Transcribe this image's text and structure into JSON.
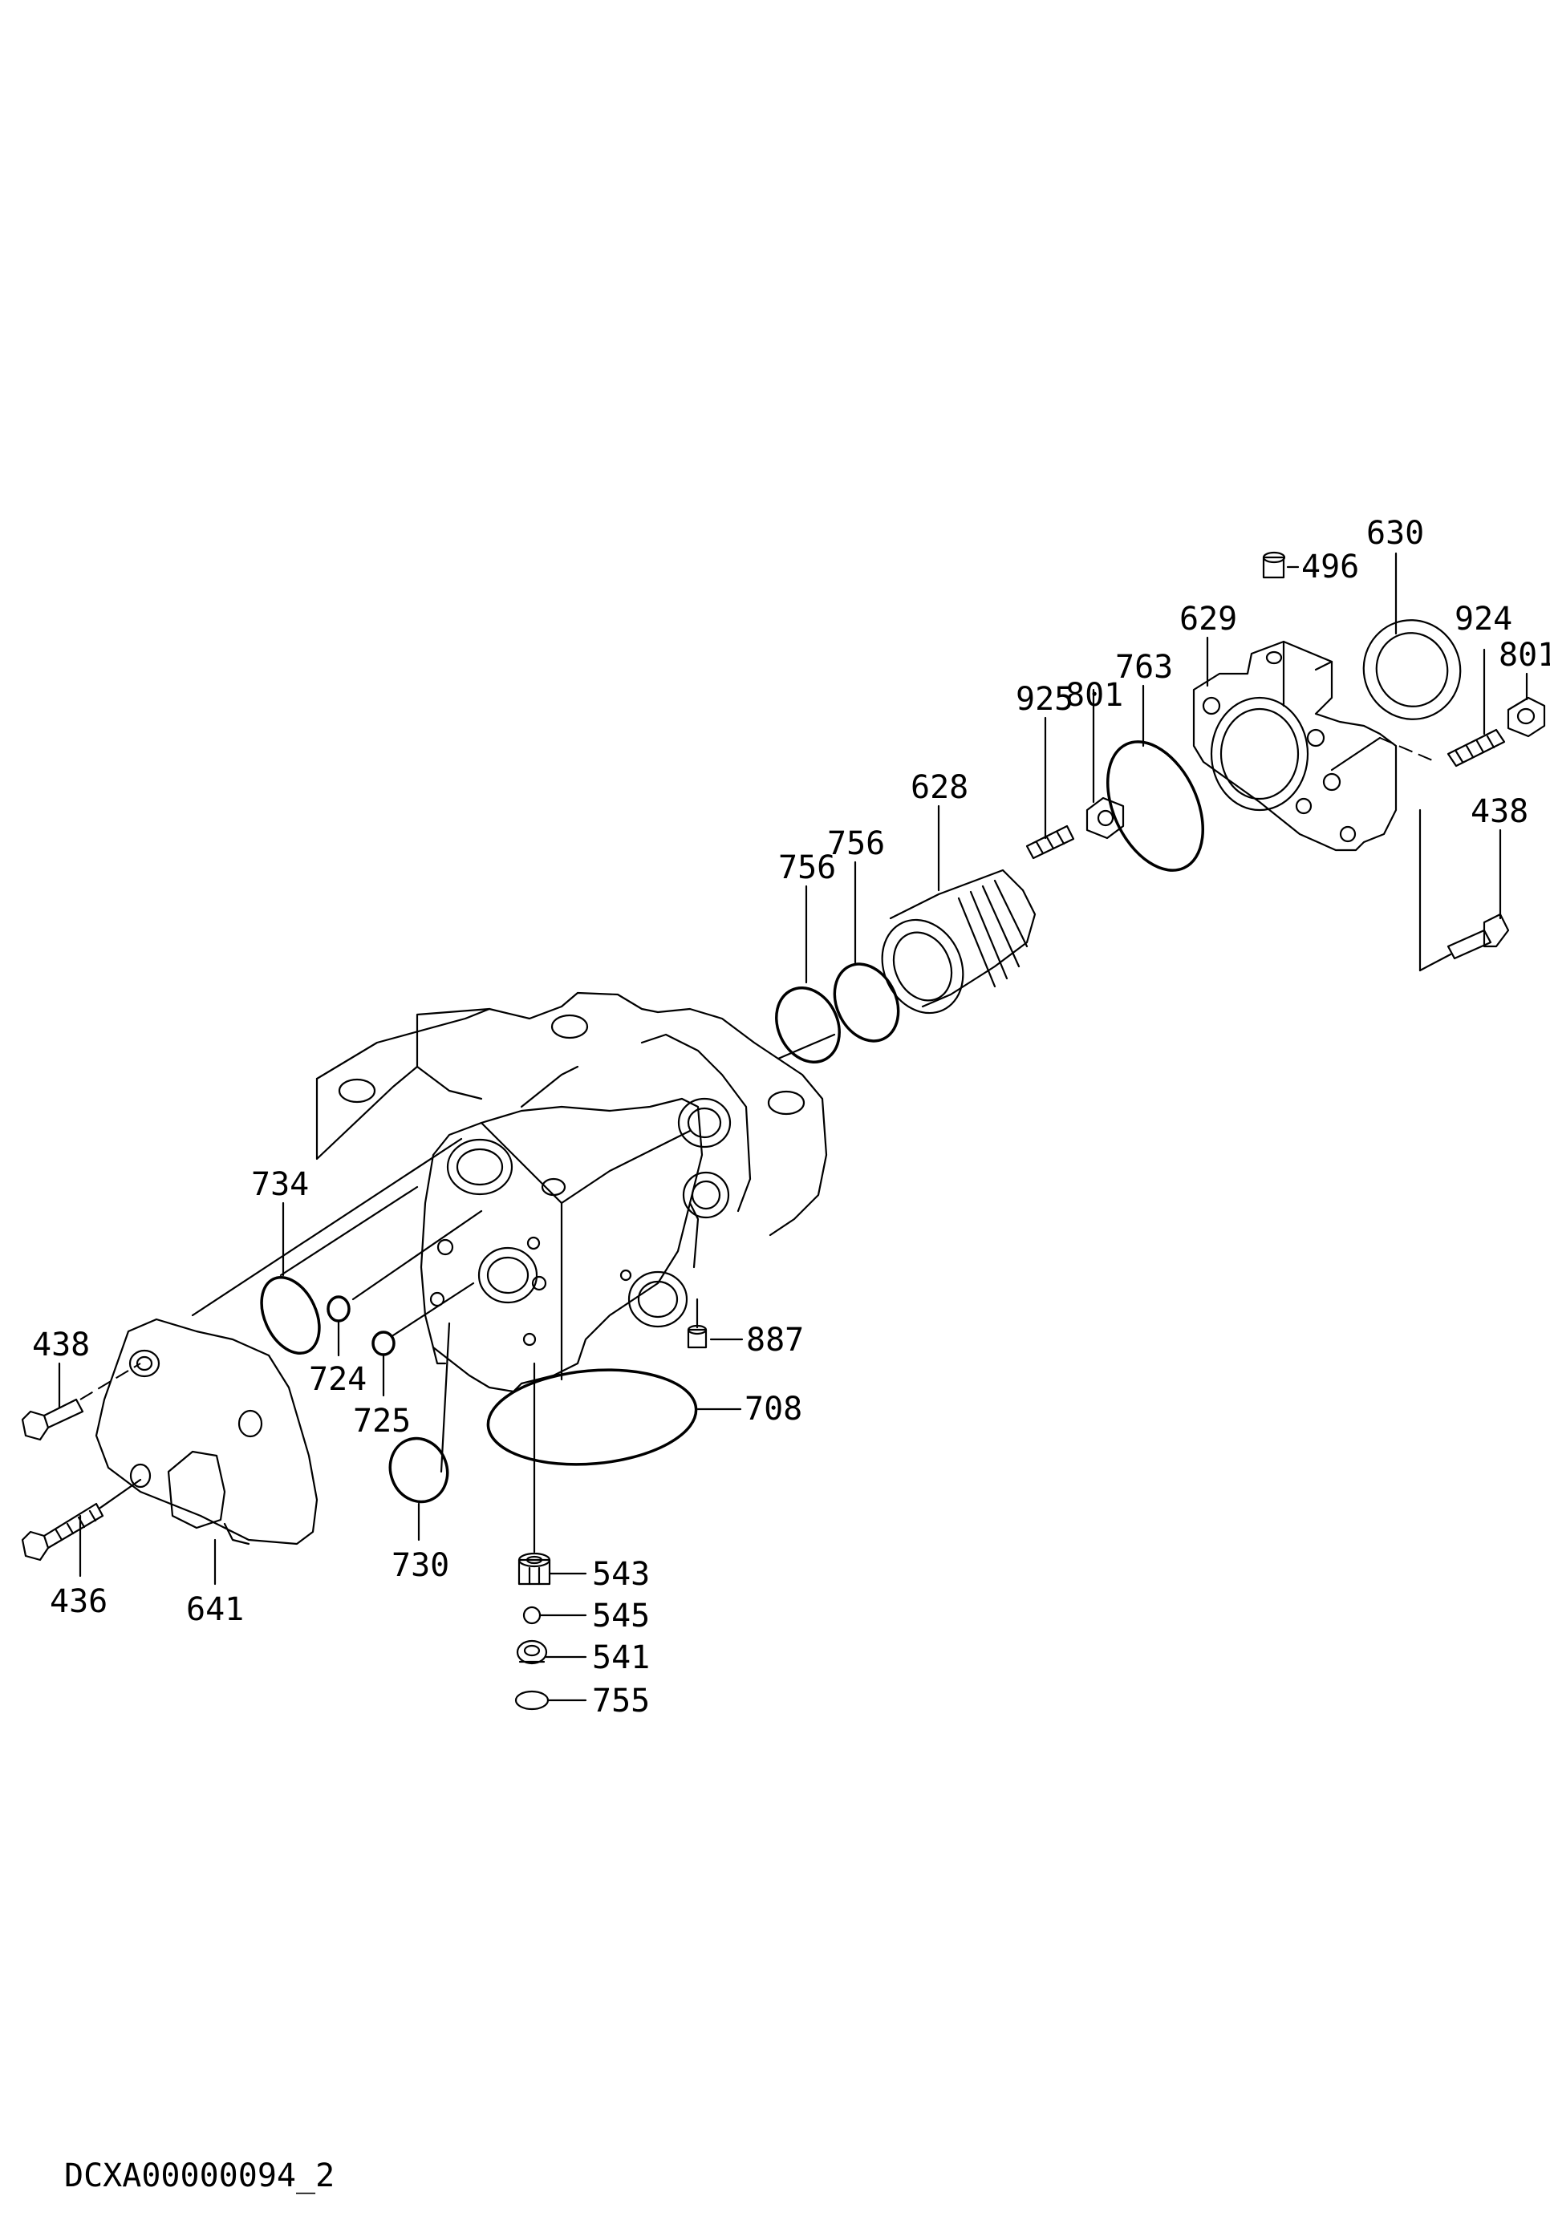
{
  "labels": {
    "p630": "630",
    "p496": "496",
    "p924": "924",
    "p801a": "801",
    "p629": "629",
    "p763": "763",
    "p801b": "801",
    "p925": "925",
    "p438a": "438",
    "p628": "628",
    "p756a": "756",
    "p756b": "756",
    "p734": "734",
    "p887": "887",
    "p438b": "438",
    "p708": "708",
    "p724": "724",
    "p725": "725",
    "p730": "730",
    "p436": "436",
    "p641": "641",
    "p543": "543",
    "p545": "545",
    "p541": "541",
    "p755": "755"
  },
  "caption": "DCXA00000094_2"
}
